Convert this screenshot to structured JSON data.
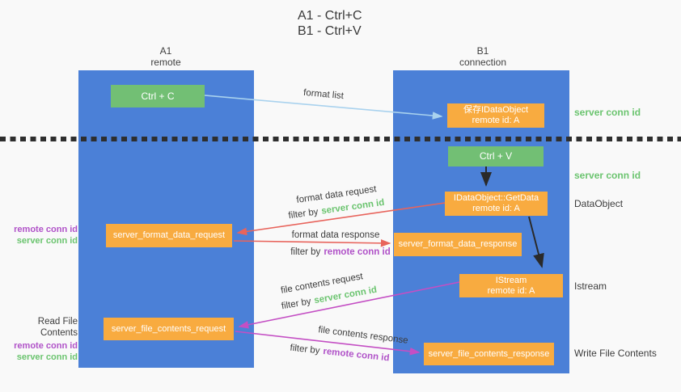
{
  "title": {
    "line1": "A1 - Ctrl+C",
    "line2": "B1 - Ctrl+V"
  },
  "lanes": {
    "a": {
      "name": "A1",
      "subtitle": "remote"
    },
    "b": {
      "name": "B1",
      "subtitle": "connection"
    }
  },
  "boxes": {
    "ctrl_c": "Ctrl + C",
    "ctrl_v": "Ctrl + V",
    "save_idataobject_line1": "保存IDataObject",
    "save_idataobject_line2": "remote id: A",
    "getdata_line1": "IDataObject::GetData",
    "getdata_line2": "remote id: A",
    "istream_line1": "IStream",
    "istream_line2": "remote id: A",
    "format_request": "server_format_data_request",
    "format_response": "server_format_data_response",
    "file_request": "server_file_contents_request",
    "file_response": "server_file_contents_response"
  },
  "arrow_labels": {
    "format_list": "format list",
    "format_data_request": "format data request",
    "format_data_response": "format data response",
    "file_contents_request": "file contents request",
    "file_contents_response": "file contents response",
    "filter_by": "filter by",
    "server_conn_id": "server conn id",
    "remote_conn_id": "remote conn id"
  },
  "side_labels": {
    "server_conn_id_top": "server conn id",
    "server_conn_id_mid": "server conn id",
    "dataobject": "DataObject",
    "istream": "Istream",
    "write_file_contents": "Write File Contents",
    "read_file_contents": "Read File Contents",
    "remote_conn_id": "remote conn id",
    "server_conn_id": "server conn id"
  },
  "colors": {
    "lane_blue": "#4b80d7",
    "box_green": "#72bf74",
    "box_orange": "#f8ab40",
    "arrow_light_blue": "#a9d2ee",
    "arrow_red": "#e8645c",
    "arrow_magenta": "#c44fc4",
    "arrow_black": "#2a2a2a",
    "text_green": "#6bc46f",
    "text_purple": "#b052c8",
    "text_dark": "#3c3c3c",
    "background": "#f9f9f9"
  }
}
